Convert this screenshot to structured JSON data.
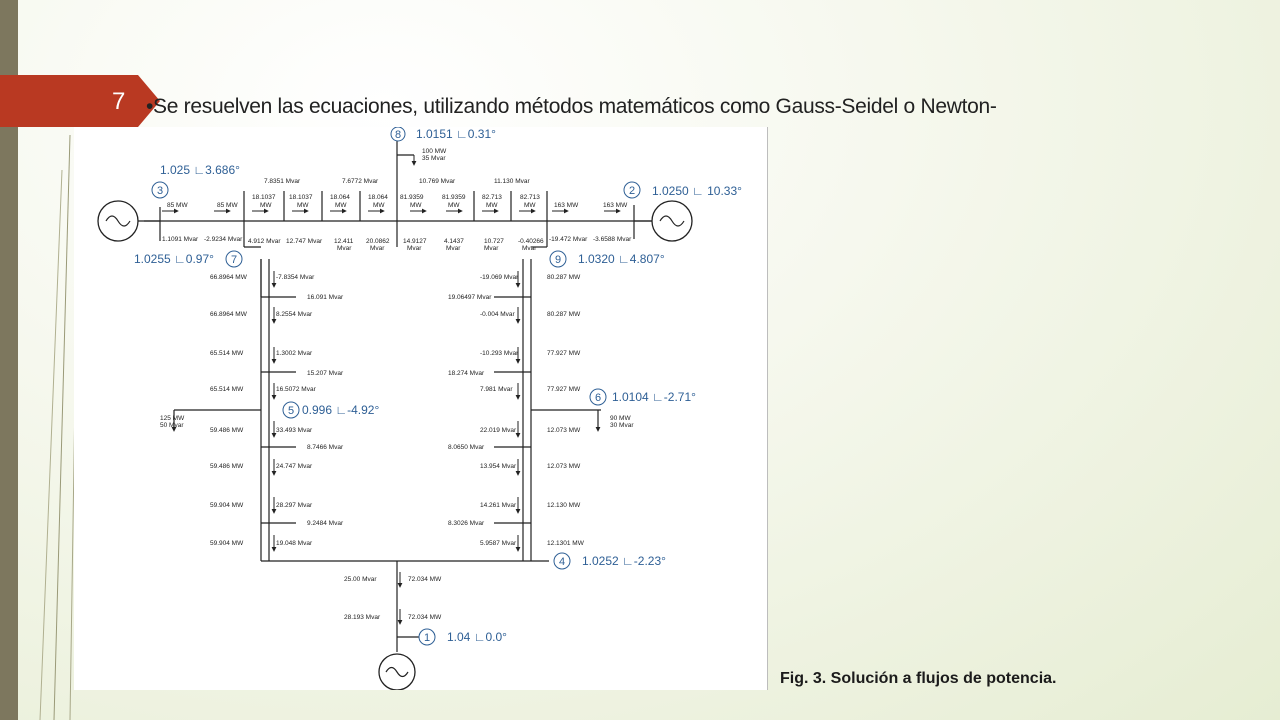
{
  "slide": {
    "number": "7",
    "bullet": "•Se resuelven las ecuaciones, utilizando métodos matemáticos como Gauss-Seidel o Newton-",
    "caption": "Fig. 3. Solución a flujos de potencia."
  },
  "colors": {
    "accent": "#b93922",
    "bus_label": "#2e5f95",
    "line": "#222222"
  },
  "diagram": {
    "buses": [
      {
        "id": "8",
        "label": "1.0151 ∟0.31°"
      },
      {
        "id": "3",
        "label": "1.025 ∟3.686°"
      },
      {
        "id": "2",
        "label": "1.0250 ∟ 10.33°"
      },
      {
        "id": "7",
        "label": "1.0255 ∟0.97°"
      },
      {
        "id": "9",
        "label": "1.0320 ∟4.807°"
      },
      {
        "id": "5",
        "label": "0.996 ∟-4.92°"
      },
      {
        "id": "6",
        "label": "1.0104 ∟-2.71°"
      },
      {
        "id": "4",
        "label": "1.0252 ∟-2.23°"
      },
      {
        "id": "1",
        "label": "1.04 ∟0.0°"
      }
    ],
    "loads": {
      "bus8": [
        "100 MW",
        "35 Mvar"
      ],
      "bus5": [
        "125 MW",
        "50 Mvar"
      ],
      "bus6": [
        "90 MW",
        "30 Mvar"
      ]
    },
    "top_mw": [
      "85 MW",
      "85 MW",
      "18.1037",
      "MW",
      "18.1037",
      "MW",
      "18.064",
      "MW",
      "18.064",
      "MW",
      "81.9359",
      "MW",
      "81.9359",
      "MW",
      "82.713",
      "MW",
      "82.713",
      "MW",
      "163 MW",
      "163 MW"
    ],
    "top_mvar_above": [
      "7.8351 Mvar",
      "7.6772 Mvar",
      "10.769 Mvar",
      "11.130 Mvar"
    ],
    "top_mvar_below": [
      "1.1091 Mvar",
      "-2.9234 Mvar",
      "4.912 Mvar",
      "12.747 Mvar",
      "12.411",
      "Mvar",
      "20.0862",
      "Mvar",
      "14.9127",
      "Mvar",
      "4.1437",
      "Mvar",
      "10.727",
      "Mvar",
      "-0.40266",
      "Mvar",
      "-19.472 Mvar",
      "-3.6588 Mvar"
    ],
    "left_mw": [
      "66.8964 MW",
      "66.8964 MW",
      "65.514 MW",
      "65.514 MW",
      "59.486 MW",
      "59.486 MW",
      "59.904 MW",
      "59.904 MW"
    ],
    "left_mvar": [
      "-7.8354 Mvar",
      "8.2554 Mvar",
      "1.3002 Mvar",
      "16.5072 Mvar",
      "33.493 Mvar",
      "24.747 Mvar",
      "28.297 Mvar",
      "19.048 Mvar"
    ],
    "left_shunt": [
      "16.091 Mvar",
      "15.207 Mvar",
      "8.7466 Mvar",
      "9.2484 Mvar"
    ],
    "right_mvar": [
      "-19.069 Mvar",
      "-0.004 Mvar",
      "-10.293 Mvar",
      "7.981 Mvar",
      "22.019 Mvar",
      "13.954 Mvar",
      "14.261 Mvar",
      "5.9587 Mvar"
    ],
    "right_mw": [
      "80.287 MW",
      "80.287 MW",
      "77.927 MW",
      "77.927 MW",
      "12.073 MW",
      "12.073 MW",
      "12.130 MW",
      "12.1301 MW"
    ],
    "right_shunt": [
      "19.06497 Mvar",
      "18.274 Mvar",
      "8.0650 Mvar",
      "8.3026 Mvar"
    ],
    "bottom": [
      "25.00 Mvar",
      "72.034 MW",
      "28.193 Mvar",
      "72.034 MW"
    ]
  }
}
